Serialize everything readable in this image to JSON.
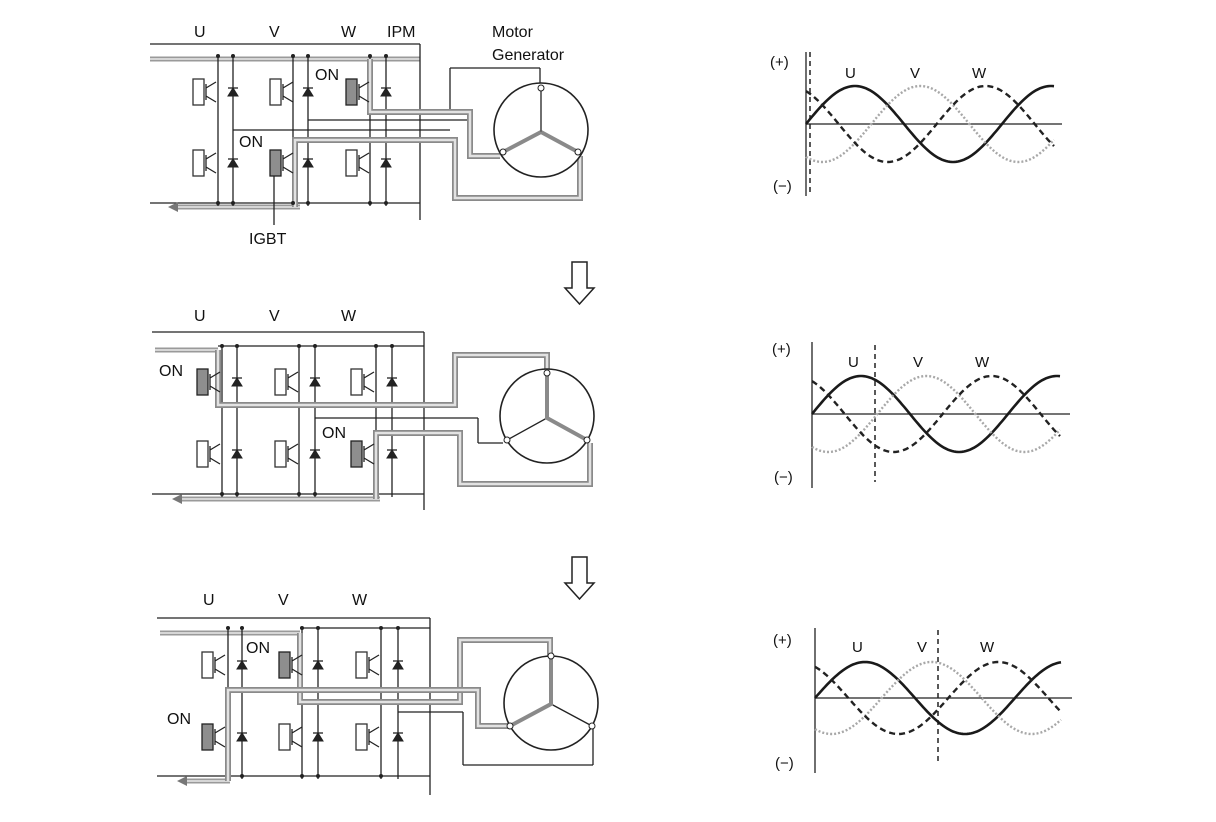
{
  "phase_labels": [
    "U",
    "V",
    "W"
  ],
  "ipm_label": "IPM",
  "motor_label": [
    "Motor",
    "Generator"
  ],
  "igbt_label": "IGBT",
  "on_label": "ON",
  "wave_plus": "(+)",
  "wave_minus": "(−)",
  "wave_labels": [
    "U",
    "V",
    "W"
  ],
  "steps": [
    {
      "on_switches": [
        "W-upper",
        "V-lower"
      ]
    },
    {
      "on_switches": [
        "U-upper",
        "W-lower"
      ]
    },
    {
      "on_switches": [
        "V-upper",
        "U-lower"
      ]
    }
  ],
  "colors": {
    "ink": "#222222",
    "on_switch": "#8e8e8e",
    "current_path": "#8a8a8a"
  }
}
